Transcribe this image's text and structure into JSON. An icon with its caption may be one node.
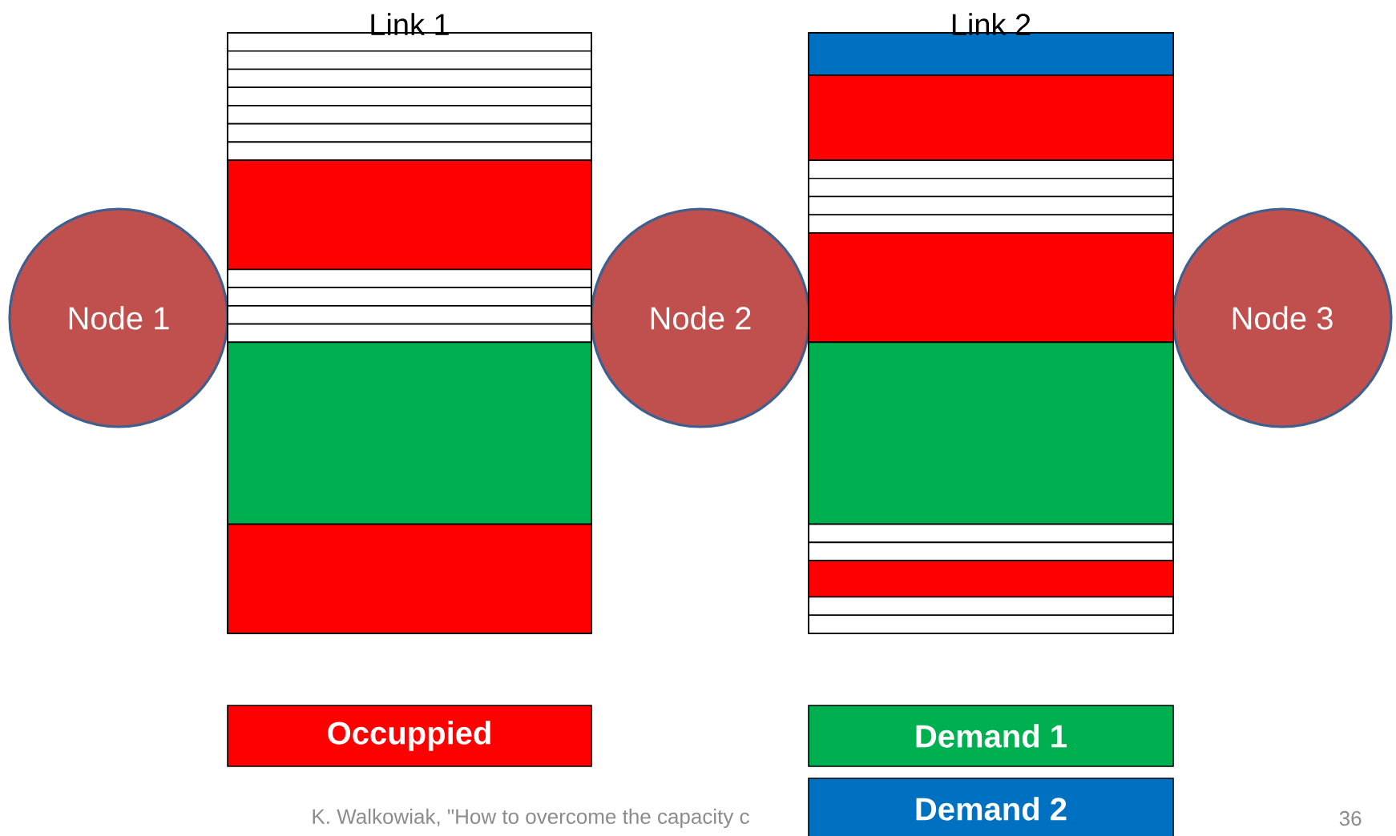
{
  "diagram": {
    "nodes": [
      {
        "text": [
          "Node 1"
        ]
      },
      {
        "text": [
          "Link 1"
        ]
      },
      {
        "text": [
          "Node 2"
        ]
      },
      {
        "text": [
          "Link 2"
        ]
      },
      {
        "text": [
          "Node 3"
        ]
      }
    ],
    "labels": [
      "K. Walkowiak, \"How to overcome the capacity c",
      "36"
    ],
    "legend": [
      {
        "text": "Occuppied",
        "color": "#ff0000"
      },
      {
        "text": "Demand 1",
        "color": "#00b050"
      },
      {
        "text": "Demand 2",
        "color": "#0070c0"
      }
    ]
  }
}
